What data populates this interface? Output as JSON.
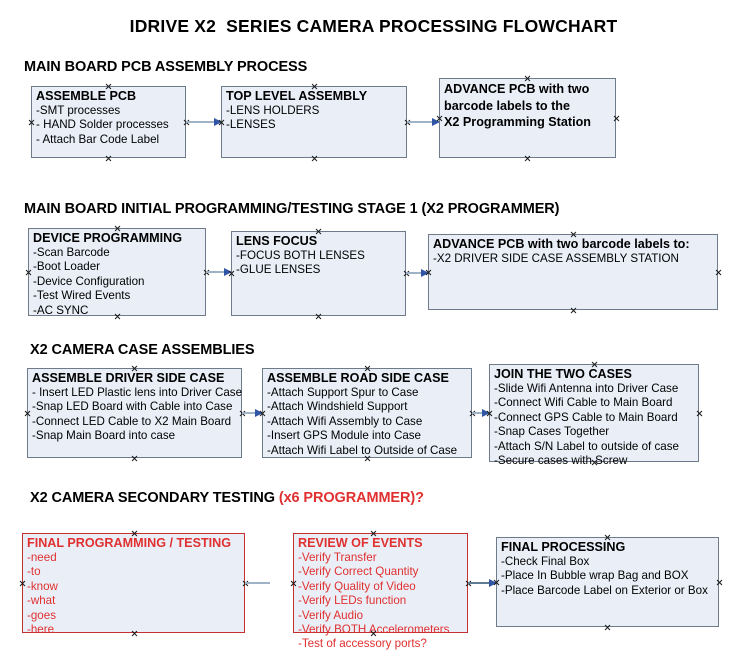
{
  "document": {
    "title": "IDRIVE X2  SERIES CAMERA PROCESSING FLOWCHART"
  },
  "sections": [
    {
      "id": "main-board-pcb-assembly-process",
      "heading": "MAIN BOARD PCB ASSEMBLY PROCESS",
      "heading_accent": "",
      "nodes": [
        {
          "id": "assemble-pcb",
          "title": "ASSEMBLE PCB",
          "lines": [
            "-SMT processes",
            "- HAND Solder processes",
            "- Attach Bar Code Label"
          ]
        },
        {
          "id": "top-level-assembly",
          "title": "TOP LEVEL ASSEMBLY",
          "lines": [
            "-LENS HOLDERS",
            "-LENSES"
          ]
        },
        {
          "id": "advance-pcb-to-x2-programming-station",
          "title": "ADVANCE PCB with two\nbarcode labels to the\n X2 Programming Station",
          "lines": []
        }
      ]
    },
    {
      "id": "main-board-initial-programming-testing-stage-1",
      "heading": "MAIN BOARD INITIAL PROGRAMMING/TESTING STAGE 1 (X2 PROGRAMMER)",
      "heading_accent": "",
      "nodes": [
        {
          "id": "device-programming",
          "title": "DEVICE PROGRAMMING",
          "lines": [
            "-Scan Barcode",
            "-Boot Loader",
            "-Device Configuration",
            "-Test Wired Events",
            "-AC SYNC"
          ]
        },
        {
          "id": "lens-focus",
          "title": "LENS FOCUS",
          "lines": [
            "-FOCUS BOTH LENSES",
            "-GLUE LENSES"
          ]
        },
        {
          "id": "advance-pcb-to-driver-side-case-assembly",
          "title": "ADVANCE PCB with two barcode labels to:",
          "lines": [
            "-X2 DRIVER  SIDE  CASE  ASSEMBLY STATION"
          ]
        }
      ]
    },
    {
      "id": "x2-camera-case-assemblies",
      "heading": "X2 CAMERA CASE ASSEMBLIES",
      "heading_accent": "",
      "nodes": [
        {
          "id": "assemble-driver-side-case",
          "title": "ASSEMBLE DRIVER SIDE CASE",
          "lines": [
            "- Insert LED Plastic lens into Driver Case",
            "-Snap LED Board with Cable into Case",
            "-Connect LED Cable to X2 Main Board",
            "-Snap Main Board into case"
          ]
        },
        {
          "id": "assemble-road-side-case",
          "title": "ASSEMBLE ROAD SIDE CASE",
          "lines": [
            "-Attach Support Spur to Case",
            "-Attach Windshield Support",
            "-Attach Wifi Assembly to Case",
            "-Insert GPS Module into Case",
            "-Attach Wifi Label to Outside of Case"
          ]
        },
        {
          "id": "join-the-two-cases",
          "title": "JOIN THE TWO CASES",
          "lines": [
            "-Slide Wifi Antenna into Driver Case",
            "-Connect Wifi Cable to Main Board",
            "-Connect GPS Cable to Main Board",
            "-Snap Cases Together",
            "-Attach S/N Label to outside of case",
            "-Secure cases with Screw"
          ]
        }
      ]
    },
    {
      "id": "x2-camera-secondary-testing",
      "heading": "X2 CAMERA SECONDARY TESTING ",
      "heading_accent": "(x6 PROGRAMMER)?",
      "nodes": [
        {
          "id": "final-programming-testing",
          "title": "FINAL PROGRAMMING / TESTING",
          "lines": [
            "-need",
            "-to",
            "-know",
            "-what",
            "-goes",
            "-here"
          ]
        },
        {
          "id": "review-of-events",
          "title": "REVIEW OF EVENTS",
          "lines": [
            "-Verify Transfer",
            "-Verify Correct Quantity",
            "-Verify Quality of Video",
            "-Verify LEDs function",
            "-Verify Audio",
            "-Verify BOTH Accelerometers",
            "-Test of accessory ports?"
          ]
        },
        {
          "id": "final-processing",
          "title": "FINAL PROCESSING",
          "lines": [
            " -Check Final Box",
            "-Place In Bubble wrap Bag and BOX",
            "-Place Barcode Label on Exterior or Box"
          ]
        }
      ]
    }
  ],
  "colors": {
    "node_fill": "#e9eef7",
    "node_border": "#6e7b8b",
    "red_text": "#e03030",
    "connector": "#9fb2c6",
    "arrowhead": "#2f55a4"
  }
}
